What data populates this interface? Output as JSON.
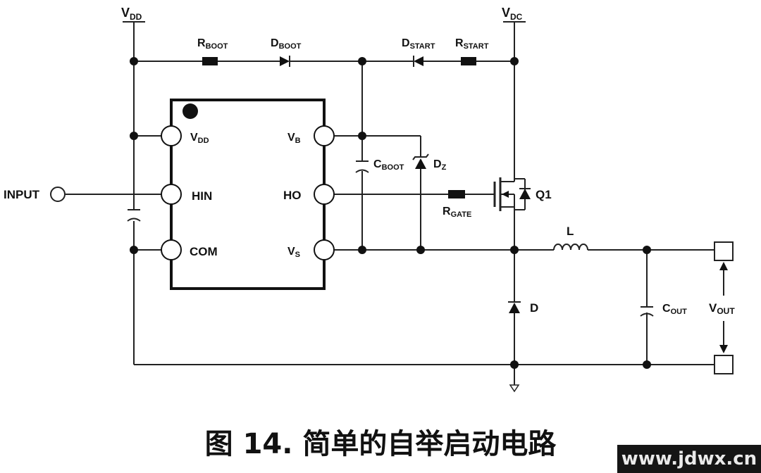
{
  "labels": {
    "vdd_top": {
      "main": "V",
      "sub": "DD"
    },
    "vdc_top": {
      "main": "V",
      "sub": "DC"
    },
    "rboot": {
      "main": "R",
      "sub": "BOOT"
    },
    "dboot": {
      "main": "D",
      "sub": "BOOT"
    },
    "dstart": {
      "main": "D",
      "sub": "START"
    },
    "rstart": {
      "main": "R",
      "sub": "START"
    },
    "ic_vdd": {
      "main": "V",
      "sub": "DD"
    },
    "ic_hin": "HIN",
    "ic_com": "COM",
    "ic_vb": {
      "main": "V",
      "sub": "B"
    },
    "ic_ho": "HO",
    "ic_vs": {
      "main": "V",
      "sub": "S"
    },
    "input": "INPUT",
    "cboot": {
      "main": "C",
      "sub": "BOOT"
    },
    "dz": {
      "main": "D",
      "sub": "Z"
    },
    "q1": "Q1",
    "rgate": {
      "main": "R",
      "sub": "GATE"
    },
    "inductor": "L",
    "diode": "D",
    "cout": {
      "main": "C",
      "sub": "OUT"
    },
    "vout": {
      "main": "V",
      "sub": "OUT"
    }
  },
  "caption": "图 14. 简单的自举启动电路",
  "watermark": "www.jdwx.cn"
}
